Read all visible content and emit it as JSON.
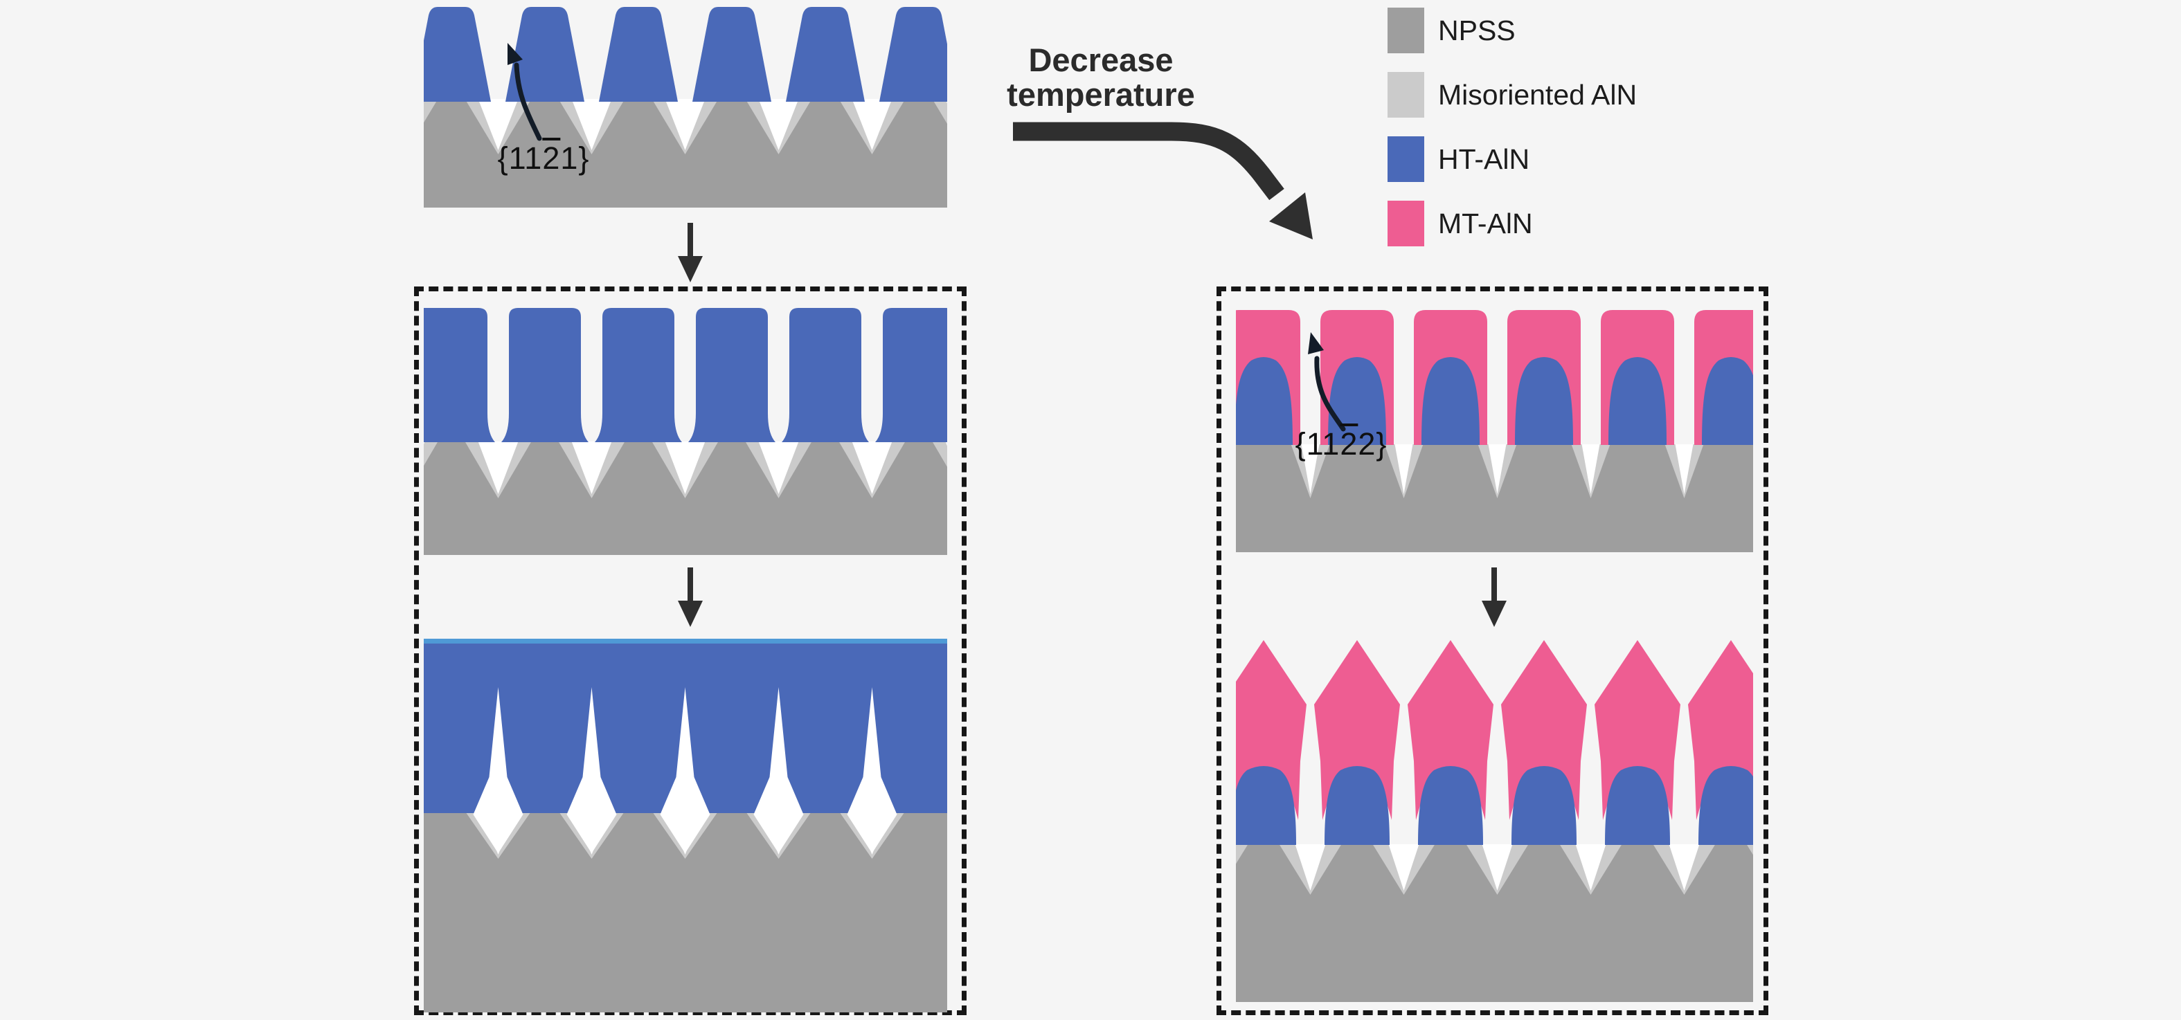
{
  "legend": {
    "items": [
      {
        "label": "NPSS",
        "color": "#9e9e9e"
      },
      {
        "label": "Misoriented AlN",
        "color": "#cbcbcb"
      },
      {
        "label": "HT-AlN",
        "color": "#4a69b8"
      },
      {
        "label": "MT-AlN",
        "color": "#ee5d92"
      }
    ]
  },
  "process_arrow": {
    "line1": "Decrease",
    "line2": "temperature"
  },
  "facet_labels": {
    "left": {
      "pre": "{11",
      "bar": "2",
      "post": "1}"
    },
    "right": {
      "pre": "{11",
      "bar": "2",
      "post": "2}"
    }
  },
  "colors": {
    "background": "#f5f5f5",
    "npss": "#9e9e9e",
    "misoriented_aln": "#cbcbcb",
    "ht_aln": "#4a69b8",
    "ht_aln_edge": "#4f9ad6",
    "mt_aln": "#ee5d92",
    "void_white": "#ffffff",
    "flow_arrow": "#2f2f2f",
    "annotation_arrow": "#131c28",
    "dashed_border": "#161616",
    "text": "#1c1c1c"
  }
}
